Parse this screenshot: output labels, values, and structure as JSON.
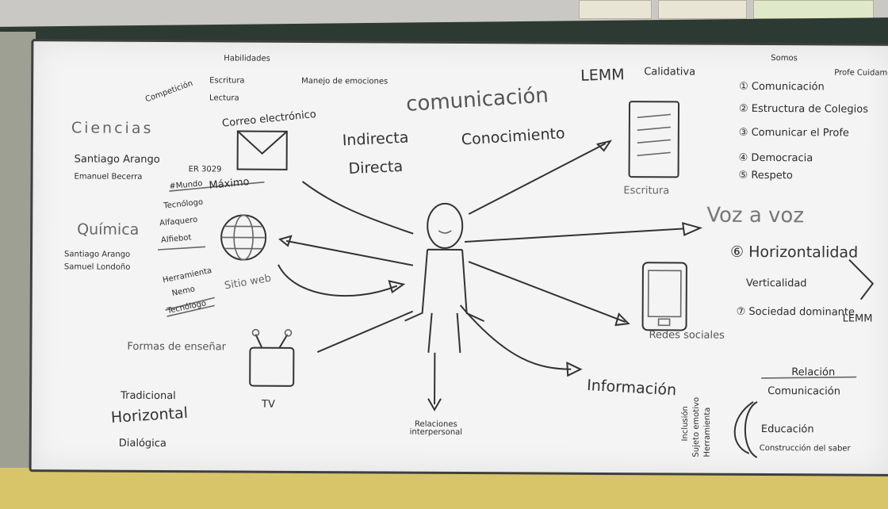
{
  "topic": {
    "title": "comunicación",
    "indirect": "Indirecta",
    "direct": "Directa",
    "knowledge": "Conocimiento",
    "brand": "LEMM",
    "brand_sub": "Calidativa"
  },
  "left_column": {
    "top_labels": [
      "Habilidades",
      "Competición",
      "Escritura",
      "Lectura",
      "Manejo de emociones"
    ],
    "sciences": "Ciencias",
    "sciences_names": [
      "Santiago Arango",
      "Emanuel Becerra"
    ],
    "chemistry": "Química",
    "chemistry_names": [
      "Santiago Arango",
      "Samuel Londoño"
    ],
    "email": "Correo electrónico",
    "web_items": [
      "#Mundo",
      "Máximo",
      "Tecnólogo",
      "Alfaquero",
      "Alfiebot",
      "Herramienta",
      "Nemo",
      "Tecnólogo"
    ],
    "web_label": "Sitio web",
    "teaching_forms": "Formas de enseñar",
    "teaching_modes": [
      "Tradicional",
      "Horizontal",
      "Dialógica"
    ],
    "tv": "TV",
    "small_code": "ER 3029"
  },
  "center": {
    "relations": "Relaciones interpersonal"
  },
  "right_column": {
    "written": "Escritura",
    "voice": "Voz a voz",
    "social": "Redes sociales",
    "information": "Información",
    "list_header": "Somos",
    "list_items": [
      "① Comunicación",
      "② Estructura de Colegios",
      "③ Comunicar el Profe",
      "④ Democracia",
      "⑤ Respeto"
    ],
    "prof_tag": "Profe Cuidame",
    "horizontal": "⑥ Horizontalidad",
    "vertical": "Verticalidad",
    "sociedad": "⑦ Sociedad dominante",
    "lemm_small": "LEMM",
    "relation": "Relación",
    "relation_parts": [
      "Comunicación",
      "Educación",
      "Construcción del saber"
    ],
    "vertical_words": [
      "Inclusión",
      "Sujeto emotivo",
      "Herramienta"
    ]
  }
}
